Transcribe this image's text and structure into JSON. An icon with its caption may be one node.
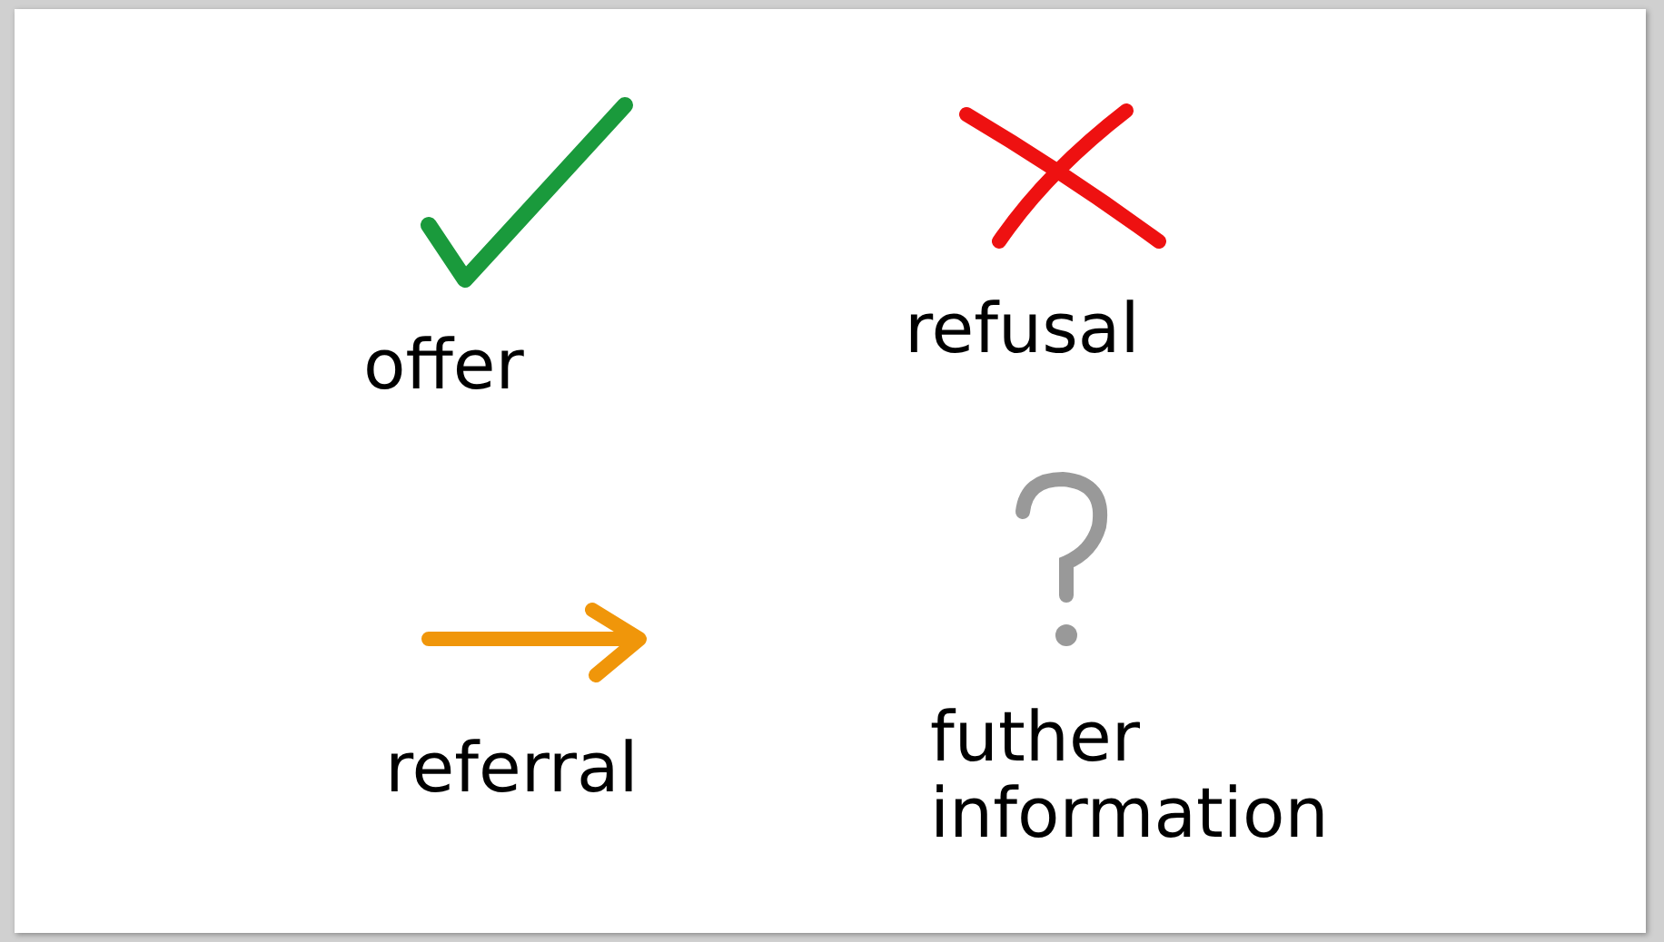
{
  "diagram": {
    "labels": [
      "offer",
      "refusal",
      "referral",
      "futher information"
    ]
  }
}
